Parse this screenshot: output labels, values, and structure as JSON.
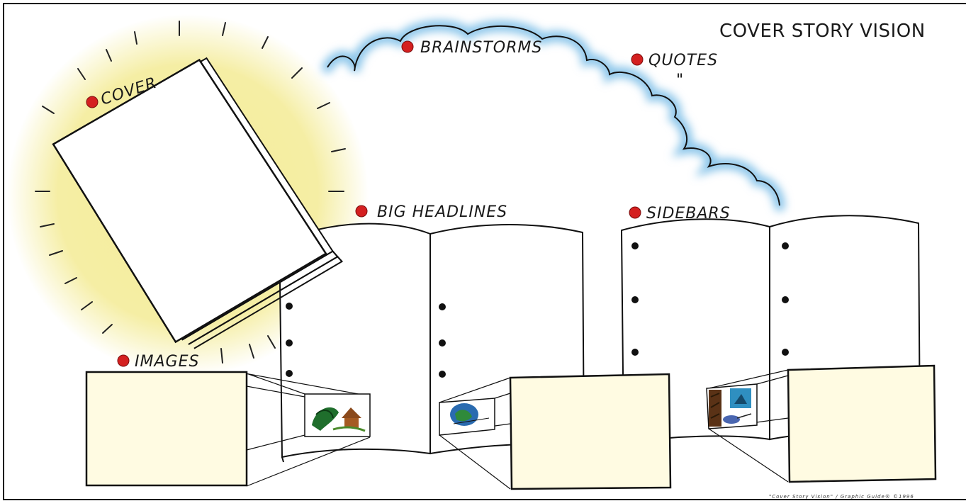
{
  "title": "COVER STORY VISION",
  "labels": {
    "brainstorms": "BRAINSTORMS",
    "quotes": "QUOTES",
    "quote_mark": "\"",
    "cover": "COVER",
    "big_headlines": "BIG   HEADLINES",
    "sidebars": "SIDEBARS",
    "images": "IMAGES"
  },
  "credit": "\"Cover Story Vision\" / Graphic Guide® ©1996",
  "colors": {
    "marker": "#d42020",
    "glow": "#f4ec9a",
    "cloud_glow": "#8cc6ea",
    "frame_fill": "#fffbe2",
    "outline": "#111111"
  }
}
